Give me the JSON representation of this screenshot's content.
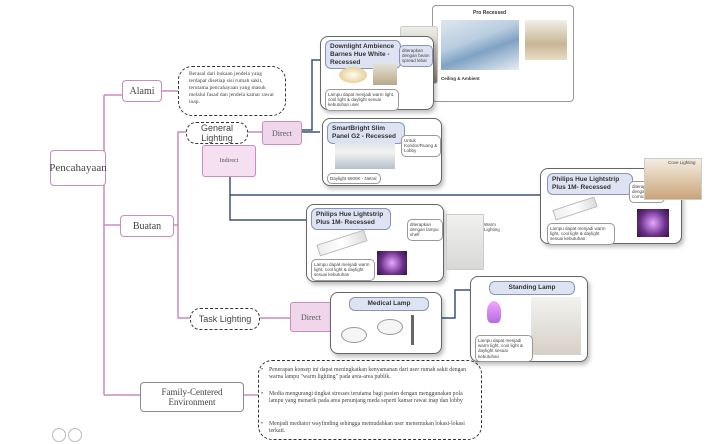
{
  "nodes": {
    "root": "Pencahayaan",
    "alami": "Alami",
    "buatan": "Buatan",
    "general": "General Lighting",
    "direct1": "Direct",
    "indirect": "Indirect",
    "task": "Task Lighting",
    "direct2": "Direct",
    "family": "Family-Centered Environment"
  },
  "alami_text": "Berasal dari bukaan jendela yang terdapat disetiap sisi rumah sakit, terutama pencahayaan yang masuk melalui fasad dan jendela kamar rawat inap.",
  "family_text": {
    "b1": "Penerapan konsep ini dapat meningkatkan kenyamanan dari user rumah sakit dengan warna lampu \"warm lighting\" pada area-area publik.",
    "b2": "Media mengurangi tingkat stresses terutama bagi pasien dengan menggunakan pola lampu yang menarik pada area penunjang meda seperti kamar rawat inap dan lobby",
    "b3": "Menjadi mediator wayfinding sehingga memudahkan user menemukan lokasi-lokasi terkait."
  },
  "cards": {
    "downlight": {
      "title": "Downlight Ambience Barnes Hue White - Recessed",
      "note": "diterapkan dengan beam spread lebar",
      "desc": "Lampu dapat menjadi warm light, cool light & daylight sesuai kebutuhan user"
    },
    "panel": {
      "title": "SmartBright Slim Panel G2 - Recessed",
      "note": "Untuk Koridor/Ruang & Lobby",
      "desc": "Daylight 6500K - Netral"
    },
    "lightstrip_a": {
      "title": "Philips Hue Lightstrip Plus 1M- Recessed",
      "note": "diterapkan dengan lampu shelf",
      "desc": "Lampu dapat menjadi warm light, cool light & daylight sesuai kebutuhan"
    },
    "lightstrip_b": {
      "title": "Philips Hue Lightstrip Plus 1M- Recessed",
      "note": "diterapkan dengan cornice",
      "desc": "Lampu dapat menjadi warm light, cool light & daylight sesuai kebutuhan"
    },
    "medical": {
      "title": "Medical Lamp"
    },
    "standing": {
      "title": "Standing Lamp",
      "desc": "Lampu dapat menjadi warm light, cool light & daylight sesuai kebutuhan"
    }
  },
  "side_labels": {
    "photos_top": "Pro Recessed",
    "ceiling_label": "Ceiling & Ambient",
    "right_label": "Cove Lighting",
    "mid_label": "Warm Lighting"
  },
  "colors": {
    "pink_border": "#c98cbe",
    "pink_fill": "#efd6eb",
    "card_label": "#dde3f2",
    "connector_blue": "#3a5478"
  }
}
